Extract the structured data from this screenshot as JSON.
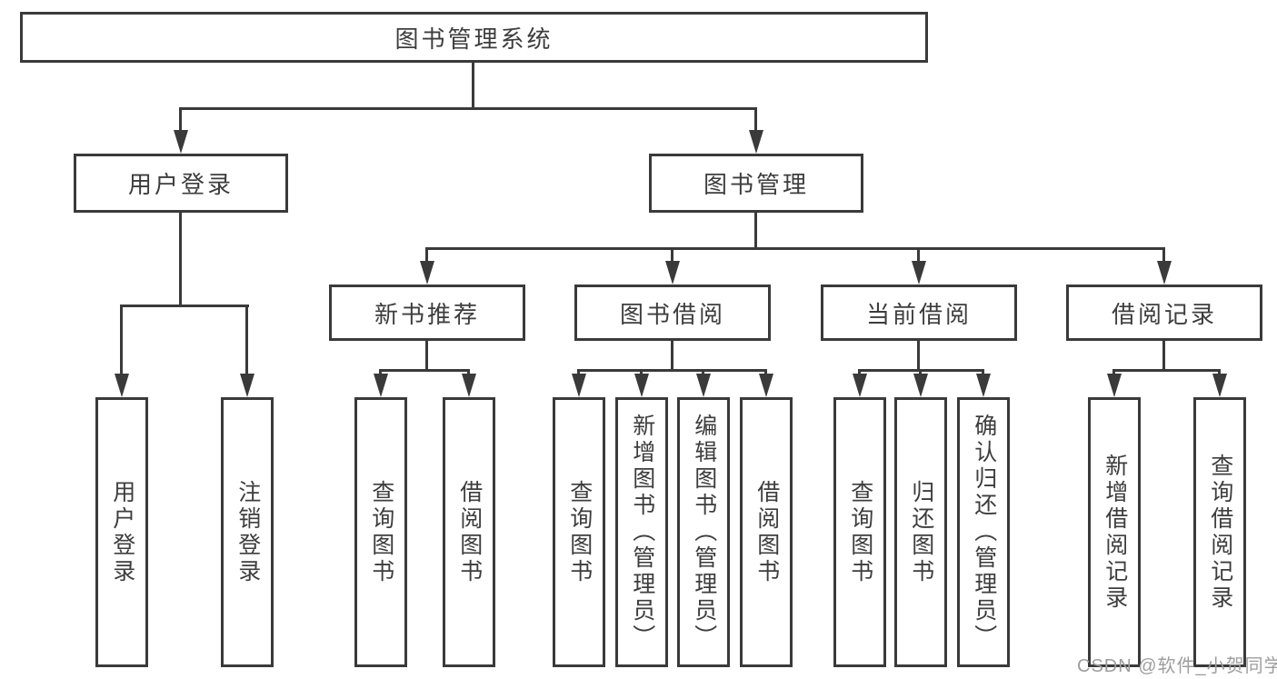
{
  "tree": {
    "label": "图书管理系统",
    "children": [
      {
        "label": "用户登录",
        "children": [
          {
            "label": "用户登录"
          },
          {
            "label": "注销登录"
          }
        ]
      },
      {
        "label": "图书管理",
        "children": [
          {
            "label": "新书推荐",
            "children": [
              {
                "label": "查询图书"
              },
              {
                "label": "借阅图书"
              }
            ]
          },
          {
            "label": "图书借阅",
            "children": [
              {
                "label": "查询图书"
              },
              {
                "label": "新增图书（管理员）"
              },
              {
                "label": "编辑图书（管理员）"
              },
              {
                "label": "借阅图书"
              }
            ]
          },
          {
            "label": "当前借阅",
            "children": [
              {
                "label": "查询图书"
              },
              {
                "label": "归还图书"
              },
              {
                "label": "确认归还（管理员）"
              }
            ]
          },
          {
            "label": "借阅记录",
            "children": [
              {
                "label": "新增借阅记录"
              },
              {
                "label": "查询借阅记录"
              }
            ]
          }
        ]
      }
    ]
  },
  "watermark": {
    "text": "CSDN @软件_小贺同学",
    "color": "#9e9e9e"
  },
  "style": {
    "line_color": "#3a3a3a",
    "text_color": "#3d3d3d",
    "background": "#ffffff"
  }
}
